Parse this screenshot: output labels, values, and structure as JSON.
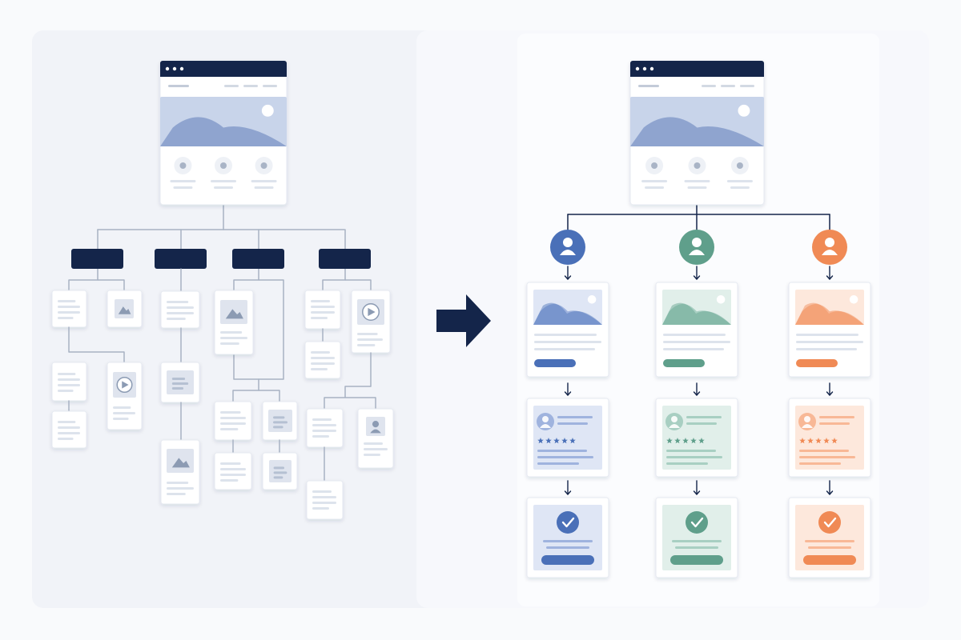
{
  "colors": {
    "navy": "#14254a",
    "line_gray": "#a7b2c3",
    "placeholder": "#dde3ec",
    "image_blue_light": "#c8d4ea",
    "image_blue_dark": "#8fa4cf",
    "blue": "#4a70b8",
    "green": "#5f9f8b",
    "orange": "#f08a55",
    "left_panel_bg": "#f1f3f8",
    "right_panel_bg": "#f7f8fc"
  },
  "before_panel": {
    "home_page": {
      "kind": "browser-wireframe"
    },
    "categories": [
      {
        "id": "category-1"
      },
      {
        "id": "category-2"
      },
      {
        "id": "category-3"
      },
      {
        "id": "category-4"
      }
    ],
    "scattered_pages": [
      {
        "kind": "text-page"
      },
      {
        "kind": "image-page"
      },
      {
        "kind": "text-page"
      },
      {
        "kind": "video-page"
      },
      {
        "kind": "text-page"
      },
      {
        "kind": "text-page"
      },
      {
        "kind": "text-block-page"
      },
      {
        "kind": "image-page"
      },
      {
        "kind": "image-page"
      },
      {
        "kind": "text-page"
      },
      {
        "kind": "card-page"
      },
      {
        "kind": "text-page"
      },
      {
        "kind": "doc-page"
      },
      {
        "kind": "text-page"
      },
      {
        "kind": "video-page"
      },
      {
        "kind": "text-page"
      },
      {
        "kind": "text-page"
      },
      {
        "kind": "avatar-page"
      },
      {
        "kind": "text-page"
      }
    ]
  },
  "transition_icon": "arrow-right-icon",
  "after_panel": {
    "home_page": {
      "kind": "browser-wireframe"
    },
    "journeys": [
      {
        "id": "journey-blue",
        "color": "#4a70b8",
        "light": "#dfe6f5",
        "mid": "#9fb3de",
        "steps": [
          "user-icon",
          "landing-card",
          "review-card",
          "confirmation-card"
        ]
      },
      {
        "id": "journey-green",
        "color": "#5f9f8b",
        "light": "#e1efea",
        "mid": "#a8cfc2",
        "steps": [
          "user-icon",
          "landing-card",
          "review-card",
          "confirmation-card"
        ]
      },
      {
        "id": "journey-orange",
        "color": "#f08a55",
        "light": "#fde8dc",
        "mid": "#f8b896",
        "steps": [
          "user-icon",
          "landing-card",
          "review-card",
          "confirmation-card"
        ]
      }
    ],
    "review_stars": 5
  }
}
